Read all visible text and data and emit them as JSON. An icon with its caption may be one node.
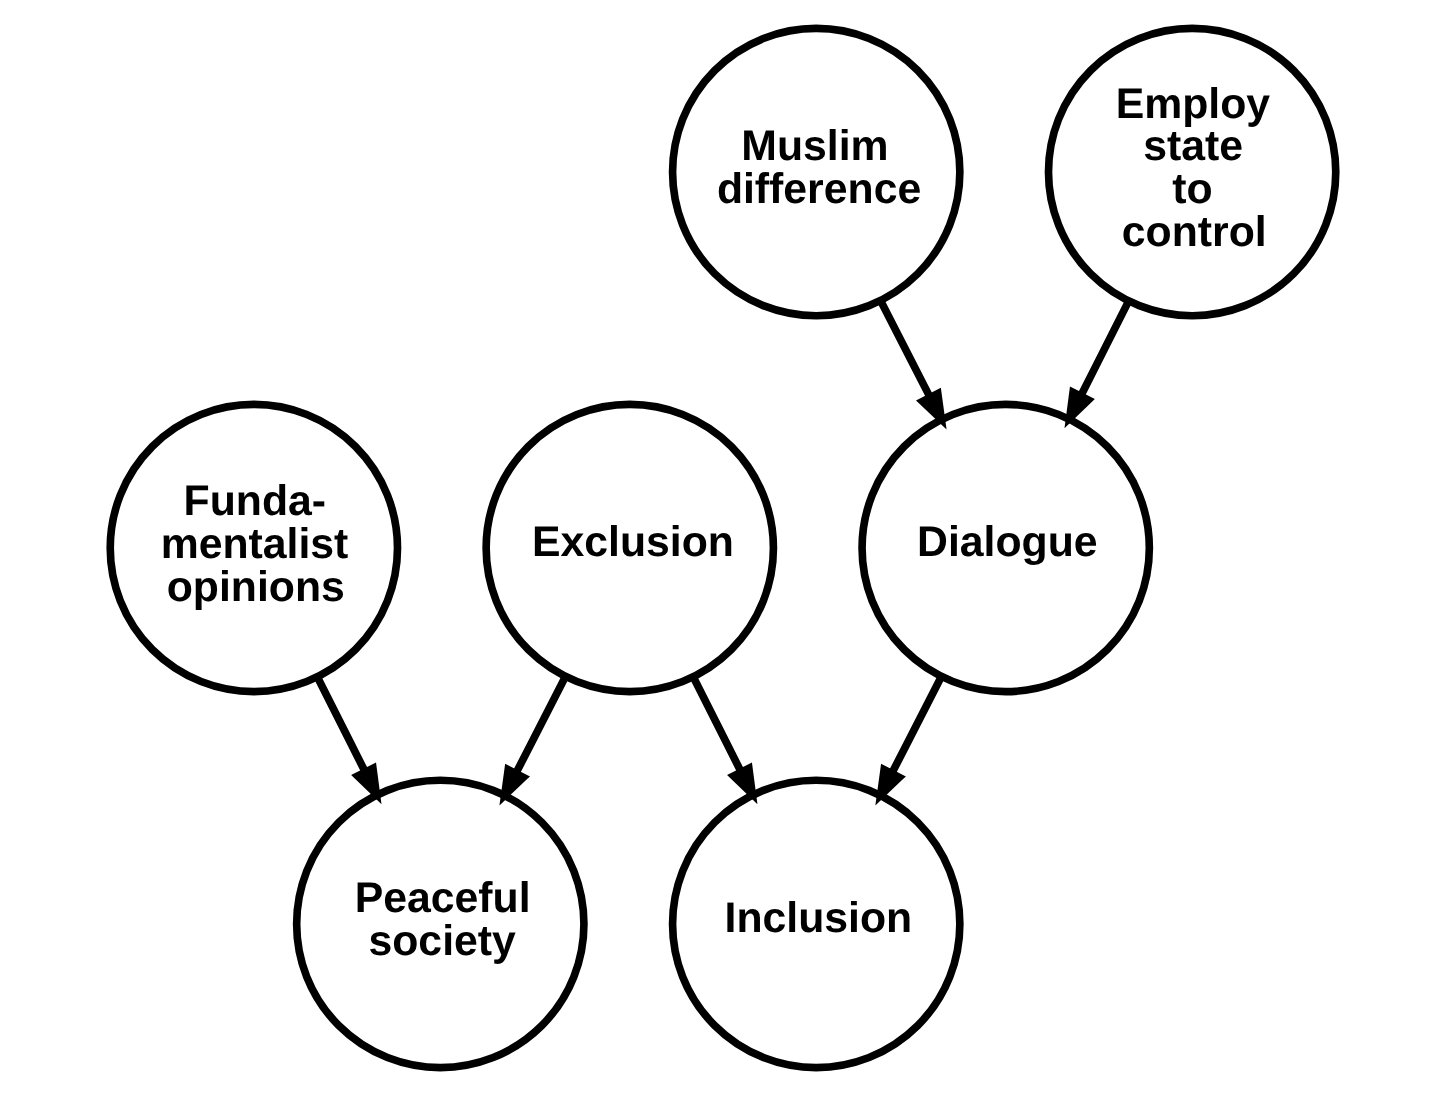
{
  "diagram": {
    "nodes": [
      {
        "text": [
          "Muslim difference"
        ]
      },
      {
        "text": [
          "Employ state to control"
        ]
      },
      {
        "text": [
          "Funda- mentalist opinions"
        ]
      },
      {
        "text": [
          "Exclusion"
        ]
      },
      {
        "text": [
          "Dialogue"
        ]
      },
      {
        "text": [
          "Peaceful society"
        ]
      },
      {
        "text": [
          "Inclusion"
        ]
      }
    ],
    "edges": [
      {
        "from": 0,
        "to": 4,
        "arrow": "to"
      },
      {
        "from": 1,
        "to": 4,
        "arrow": "to"
      },
      {
        "from": 3,
        "to": 6,
        "arrow": "to"
      },
      {
        "from": 4,
        "to": 6,
        "arrow": "to"
      },
      {
        "from": 2,
        "to": 5,
        "arrow": "to"
      },
      {
        "from": 3,
        "to": 5,
        "arrow": "to"
      }
    ]
  }
}
